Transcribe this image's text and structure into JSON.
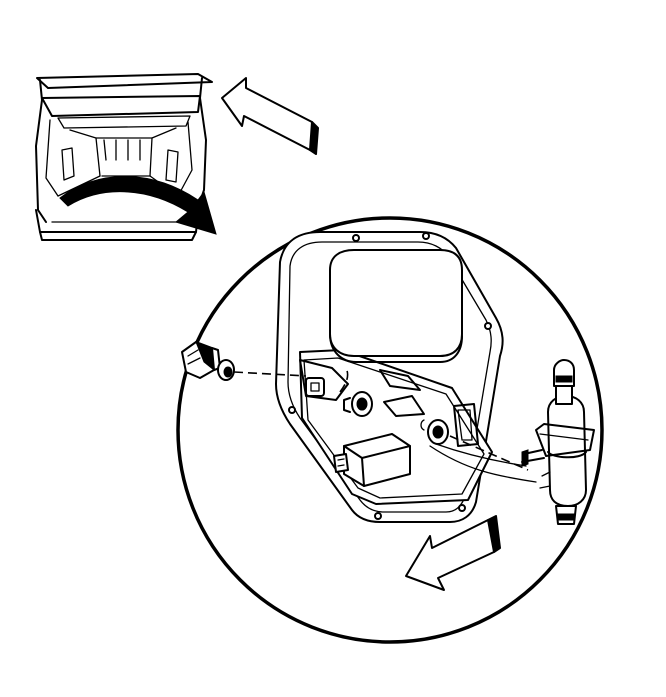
{
  "figure": {
    "kind": "service-illustration",
    "colors": {
      "line": "#000000",
      "background": "#ffffff"
    },
    "icons": [
      "vehicle-rear-cargo-view",
      "direction-arrow",
      "curved-pointer-arrow",
      "detail-magnifier-circle",
      "lamp-housing",
      "lamp-lens",
      "bulb-socket",
      "retaining-nut",
      "wiring-harness",
      "relay-module",
      "electrical-connector"
    ]
  }
}
